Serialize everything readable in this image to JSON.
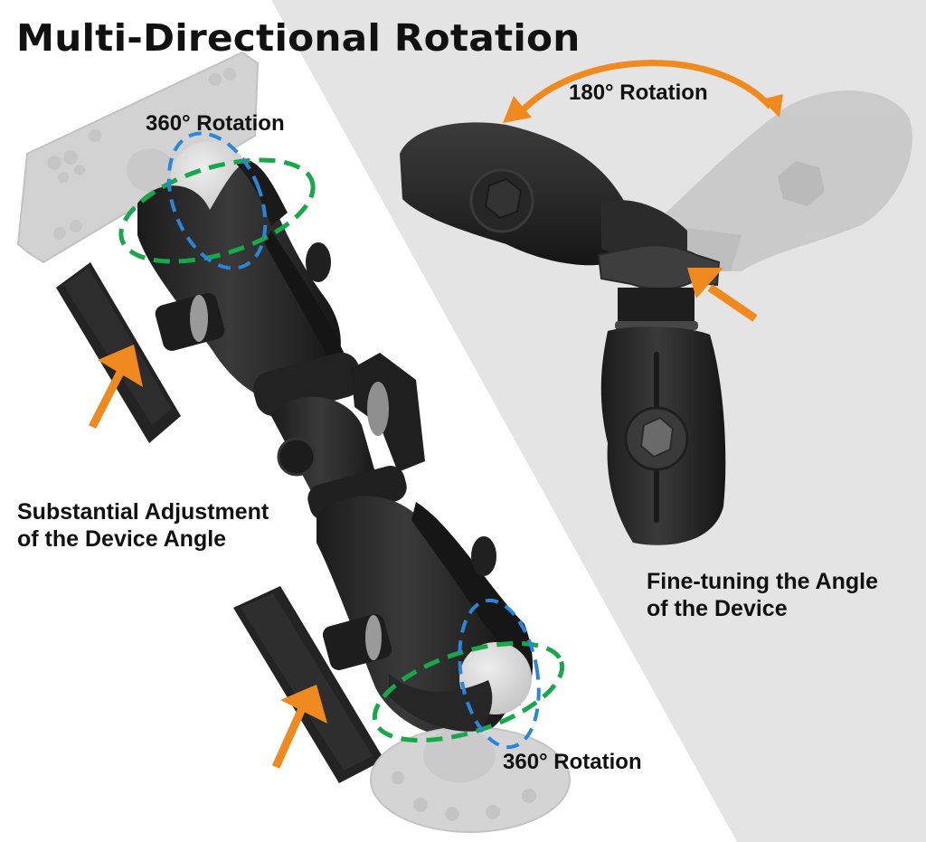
{
  "title": "Multi-Directional Rotation",
  "labels": {
    "rotation_top": "360° Rotation",
    "rotation_180": "180° Rotation",
    "substantial_line1": "Substantial Adjustment",
    "substantial_line2": "of the Device Angle",
    "finetune_line1": "Fine-tuning the Angle",
    "finetune_line2": "of the Device",
    "rotation_bottom": "360° Rotation"
  },
  "colors": {
    "background_left": "#ffffff",
    "background_right": "#e4e4e4",
    "arm_dark": "#2a2a2a",
    "ghost_gray": "#cfcfcf",
    "accent_orange": "#f0891e",
    "dash_green": "#17a84a",
    "dash_blue": "#2a86d8",
    "text": "#111111"
  }
}
